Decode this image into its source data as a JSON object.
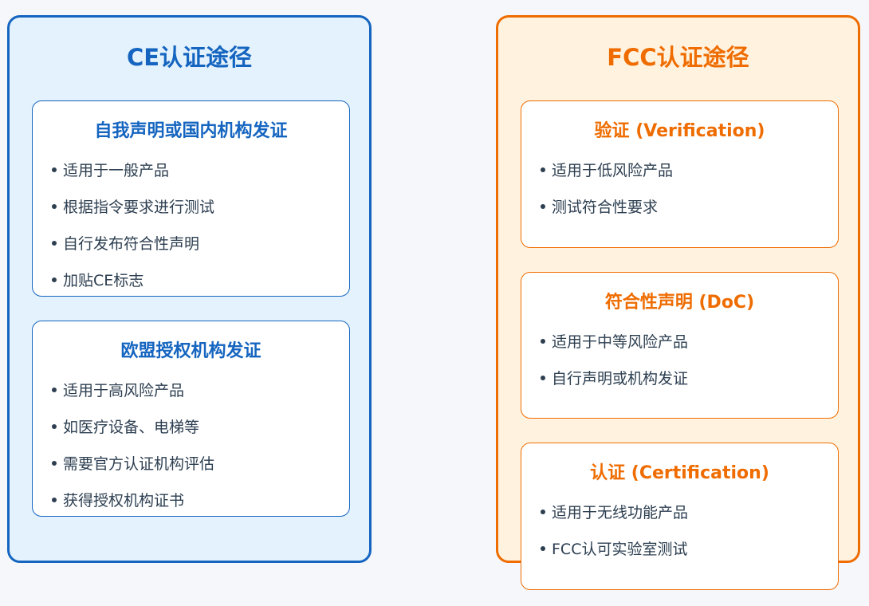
{
  "ce": {
    "title": "CE认证途径",
    "color": "#1565c0",
    "cards": [
      {
        "title": "自我声明或国内机构发证",
        "items": [
          "适用于一般产品",
          "根据指令要求进行测试",
          "自行发布符合性声明",
          "加贴CE标志"
        ]
      },
      {
        "title": "欧盟授权机构发证",
        "items": [
          "适用于高风险产品",
          "如医疗设备、电梯等",
          "需要官方认证机构评估",
          "获得授权机构证书"
        ]
      }
    ]
  },
  "fcc": {
    "title": "FCC认证途径",
    "color": "#ef6c00",
    "cards": [
      {
        "title": "验证 (Verification)",
        "items": [
          "适用于低风险产品",
          "测试符合性要求"
        ]
      },
      {
        "title": "符合性声明 (DoC)",
        "items": [
          "适用于中等风险产品",
          "自行声明或机构发证"
        ]
      },
      {
        "title": "认证 (Certification)",
        "items": [
          "适用于无线功能产品",
          "FCC认可实验室测试"
        ]
      }
    ]
  }
}
